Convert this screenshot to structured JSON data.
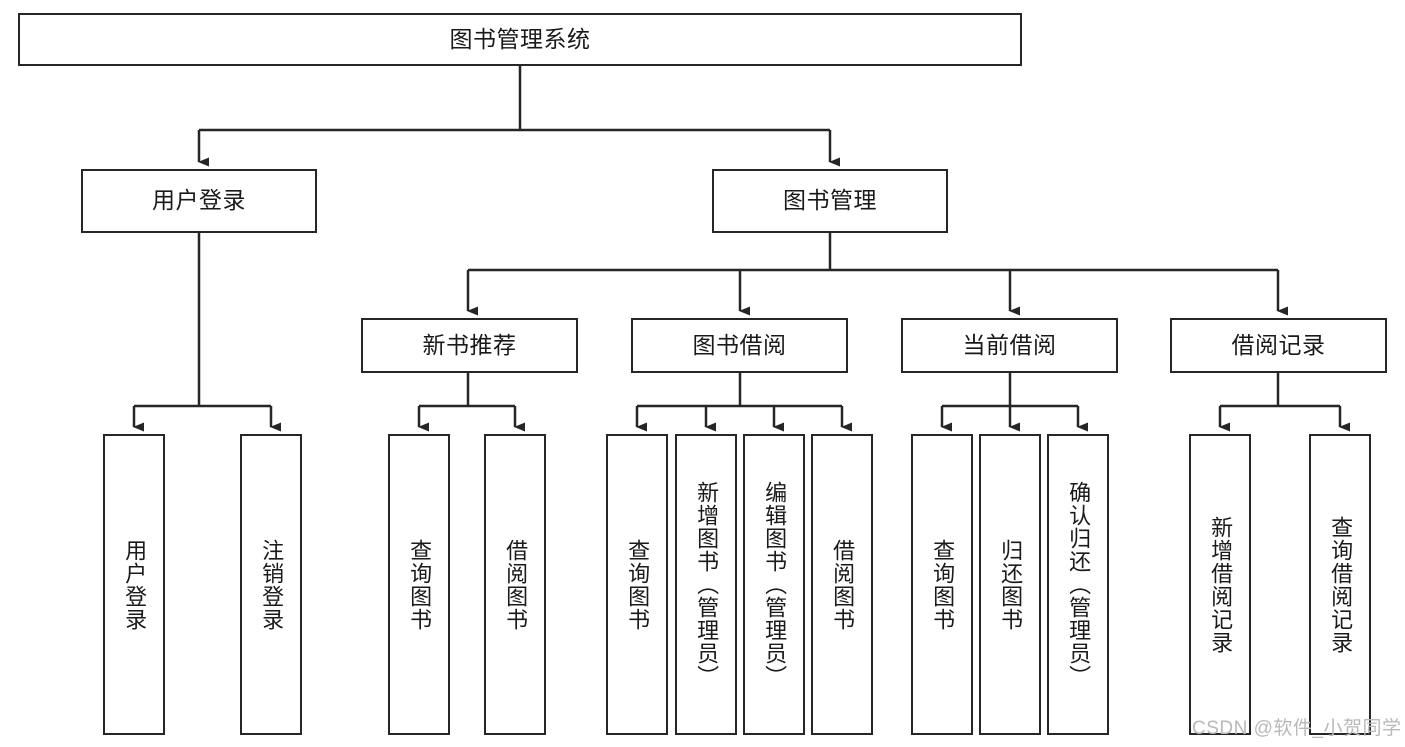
{
  "diagram": {
    "title": "图书管理系统",
    "type": "tree-hierarchy-chart",
    "root": {
      "label": "图书管理系统"
    },
    "level2": [
      {
        "label": "用户登录"
      },
      {
        "label": "图书管理"
      }
    ],
    "level3": [
      {
        "label": "新书推荐"
      },
      {
        "label": "图书借阅"
      },
      {
        "label": "当前借阅"
      },
      {
        "label": "借阅记录"
      }
    ],
    "leaves": {
      "user_login": [
        {
          "label": "用户登录"
        },
        {
          "label": "注销登录"
        }
      ],
      "new_book_recommend": [
        {
          "label": "查询图书"
        },
        {
          "label": "借阅图书"
        }
      ],
      "book_borrow": [
        {
          "label": "查询图书"
        },
        {
          "label": "新增图书（管理员）"
        },
        {
          "label": "编辑图书（管理员）"
        },
        {
          "label": "借阅图书"
        }
      ],
      "current_borrow": [
        {
          "label": "查询图书"
        },
        {
          "label": "归还图书"
        },
        {
          "label": "确认归还（管理员）"
        }
      ],
      "borrow_record": [
        {
          "label": "新增借阅记录"
        },
        {
          "label": "查询借阅记录"
        }
      ]
    }
  },
  "watermark": {
    "text": "CSDN @软件_小贺同学"
  },
  "colors": {
    "stroke": "#262626",
    "fill": "#ffffff",
    "text": "#1a1a1a",
    "watermark": "#b9b9b9"
  }
}
